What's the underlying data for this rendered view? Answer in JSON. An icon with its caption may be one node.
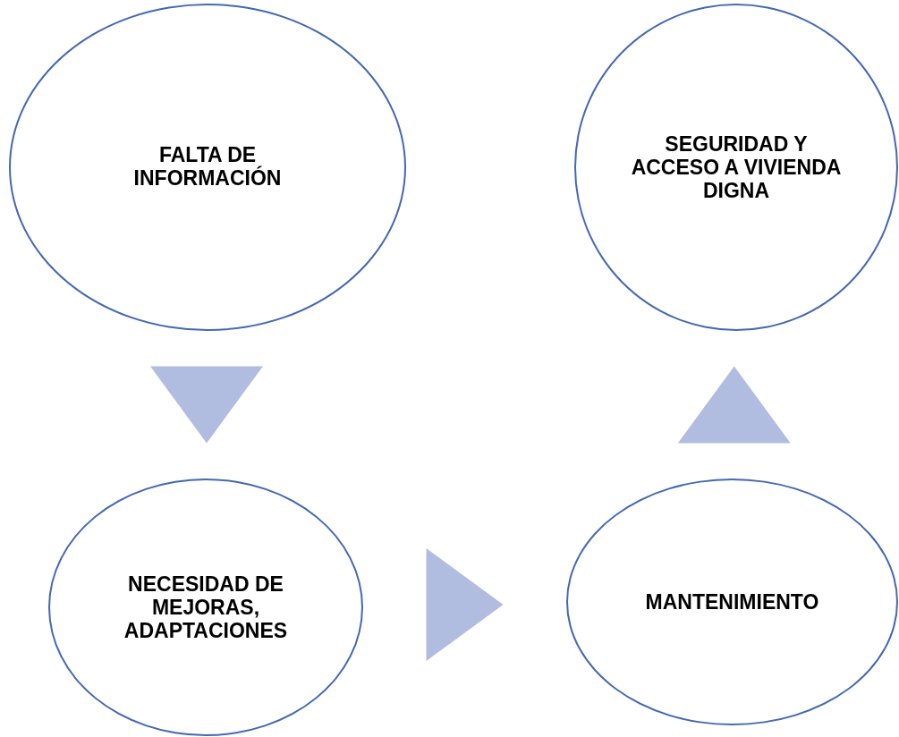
{
  "diagram": {
    "nodes": [
      {
        "text": [
          "FALTA DE INFORMACIÓN"
        ]
      },
      {
        "text": [
          "SEGURIDAD Y ACCESO A VIVIENDA DIGNA"
        ]
      },
      {
        "text": [
          "NECESIDAD DE MEJORAS, ADAPTACIONES"
        ]
      },
      {
        "text": [
          "MANTENIMIENTO"
        ]
      }
    ],
    "edges": [
      {
        "from": 0,
        "to": 2,
        "arrow": "to"
      },
      {
        "from": 2,
        "to": 3,
        "arrow": "to"
      },
      {
        "from": 3,
        "to": 1,
        "arrow": "to"
      }
    ]
  }
}
